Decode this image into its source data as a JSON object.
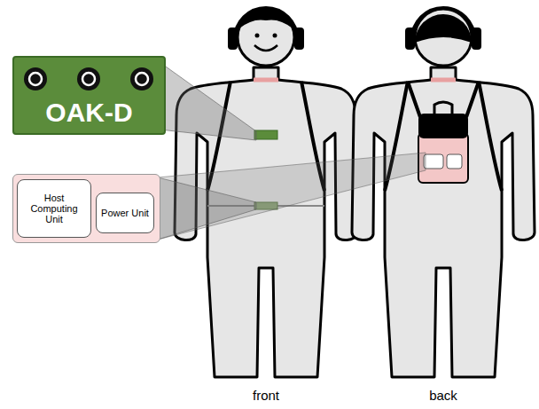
{
  "diagram": {
    "nodes": [
      {
        "text": [
          "OAK-D"
        ]
      },
      {
        "text": []
      },
      {
        "text": [
          "Host Computing Unit"
        ],
        "in": 1
      },
      {
        "text": [
          "Power Unit"
        ],
        "in": 1
      }
    ],
    "edges": [],
    "labels": [
      "front",
      "back"
    ]
  }
}
